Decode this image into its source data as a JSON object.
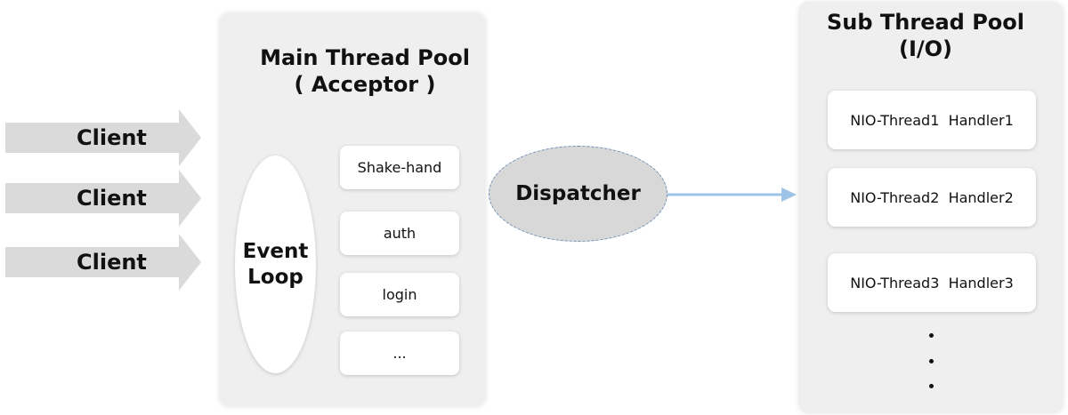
{
  "clients": [
    {
      "label": "Client"
    },
    {
      "label": "Client"
    },
    {
      "label": "Client"
    }
  ],
  "main_pool": {
    "title_line1": "Main Thread Pool",
    "title_line2": "( Acceptor )",
    "event_loop": {
      "line1": "Event",
      "line2": "Loop"
    },
    "handlers": [
      {
        "label": "Shake-hand"
      },
      {
        "label": "auth"
      },
      {
        "label": "login"
      },
      {
        "label": "..."
      }
    ]
  },
  "dispatcher": {
    "label": "Dispatcher"
  },
  "sub_pool": {
    "title_line1": "Sub Thread Pool",
    "title_line2": "(I/O)",
    "threads": [
      {
        "label": "NIO-Thread1  Handler1"
      },
      {
        "label": "NIO-Thread2  Handler2"
      },
      {
        "label": "NIO-Thread3  Handler3"
      }
    ]
  },
  "colors": {
    "panel": "#efefef",
    "arrow_gray": "#dadada",
    "dispatcher_fill": "#d8d8d8",
    "dispatcher_border": "#6f8fb8",
    "connector": "#9dc3e6"
  }
}
